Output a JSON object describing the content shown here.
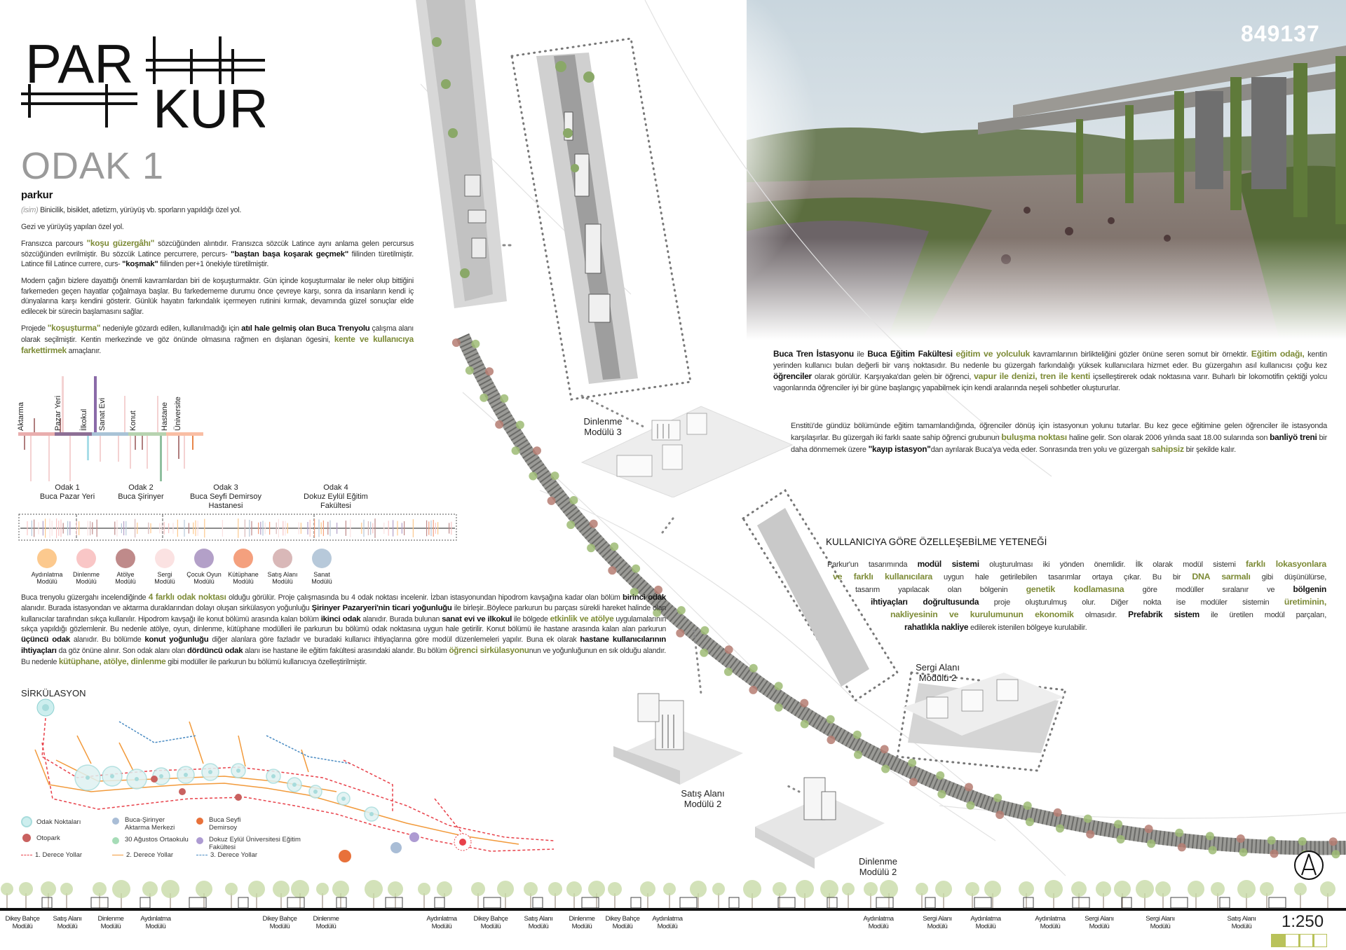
{
  "logo": {
    "line1": "PAR",
    "line2": "KUR"
  },
  "project_id": "849137",
  "section_title": "ODAK 1",
  "definition": {
    "word": "parkur",
    "line1": [
      {
        "t": "(isim)",
        "s": "i"
      },
      {
        "t": " Binicilik, bisiklet, atletizm, yürüyüş vb. sporların yapıldığı özel yol.",
        "s": "n"
      }
    ],
    "line2": "Gezi ve yürüyüş yapılan özel yol."
  },
  "intro_paragraphs": [
    [
      {
        "t": "Fransızca parcours ",
        "s": "n"
      },
      {
        "t": "\"koşu güzergâhı\"",
        "s": "g"
      },
      {
        "t": " sözcüğünden alıntıdır. Fransızca sözcük Latince aynı anlama gelen percursus sözcüğünden evrilmiştir. Bu sözcük Latince percurrere, percurs- ",
        "s": "n"
      },
      {
        "t": "\"baştan başa koşarak geçmek\"",
        "s": "b"
      },
      {
        "t": " fiilinden türetilmiştir. Latince fiil Latince currere, curs- ",
        "s": "n"
      },
      {
        "t": "\"koşmak\"",
        "s": "b"
      },
      {
        "t": " fiilinden per+1 önekiyle türetilmiştir.",
        "s": "n"
      }
    ],
    [
      {
        "t": "Modern çağın bizlere dayattığı önemli kavramlardan biri de koşuşturmaktır. Gün içinde koşuşturmalar ile neler olup bittiğini farkemeden geçen hayatlar çoğalmaya başlar. Bu farkedememe durumu önce çevreye karşı, sonra da insanların kendi iç dünyalarına karşı kendini gösterir. Günlük hayatın farkındalık içermeyen rutinini kırmak, devamında güzel sonuçlar elde edilecek bir sürecin başlamasını sağlar.",
        "s": "n"
      }
    ],
    [
      {
        "t": "Projede ",
        "s": "n"
      },
      {
        "t": "\"koşuşturma\"",
        "s": "g"
      },
      {
        "t": " nedeniyle gözardı edilen, kullanılmadığı için ",
        "s": "n"
      },
      {
        "t": "atıl hale gelmiş olan Buca Trenyolu",
        "s": "b"
      },
      {
        "t": " çalışma alanı olarak seçilmiştir. Kentin merkezinde ve göz önünde olmasına rağmen en dışlanan ögesini, ",
        "s": "n"
      },
      {
        "t": "kente ve kullanıcıya farkettirmek",
        "s": "g"
      },
      {
        "t": " amaçlanır.",
        "s": "n"
      }
    ]
  ],
  "diagram": {
    "places": [
      "Aktarma",
      "Pazar Yeri",
      "İlkokul",
      "Sanat Evi",
      "Konut",
      "Hastane",
      "Üniversite"
    ],
    "foci": [
      {
        "title": "Odak 1",
        "name": "Buca Pazar Yeri"
      },
      {
        "title": "Odak 2",
        "name": "Buca Şirinyer"
      },
      {
        "title": "Odak 3",
        "name": "Buca Seyfi Demirsoy Hastanesi"
      },
      {
        "title": "Odak 4",
        "name": "Dokuz Eylül Eğitim Fakültesi"
      }
    ],
    "modules": [
      {
        "label": "Aydınlatma",
        "sub": "Modülü",
        "color": "#fcc98e"
      },
      {
        "label": "Dinlenme",
        "sub": "Modülü",
        "color": "#f9c6c6"
      },
      {
        "label": "Atölye",
        "sub": "Modülü",
        "color": "#bf8a8a"
      },
      {
        "label": "Sergi",
        "sub": "Modülü",
        "color": "#fbe2e2"
      },
      {
        "label": "Çocuk Oyun",
        "sub": "Modülü",
        "color": "#b3a0c8"
      },
      {
        "label": "Kütüphane",
        "sub": "Modülü",
        "color": "#f4a07e"
      },
      {
        "label": "Satış Alanı",
        "sub": "Modülü",
        "color": "#d9b8b8"
      },
      {
        "label": "Sanat",
        "sub": "Modülü",
        "color": "#b7c9da"
      }
    ]
  },
  "odak_paragraph": [
    {
      "t": "Buca trenyolu güzergahı incelendiğinde ",
      "s": "n"
    },
    {
      "t": "4 farklı odak noktası",
      "s": "g"
    },
    {
      "t": " olduğu görülür. Proje çalışmasında bu 4 odak noktası incelenir. İzban istasyonundan hipodrom kavşağına kadar olan bölüm ",
      "s": "n"
    },
    {
      "t": "birinci odak",
      "s": "b"
    },
    {
      "t": " alanıdır. Burada istasyondan ve aktarma duraklarından dolayı oluşan sirkülasyon yoğunluğu ",
      "s": "n"
    },
    {
      "t": "Şirinyer Pazaryeri'nin ticari yoğunluğu",
      "s": "b"
    },
    {
      "t": " ile birleşir..Böylece parkurun bu parçası sürekli hareket halinde olan kullanıcılar tarafından sıkça kullanılır. Hipodrom kavşağı ile konut bölümü arasında kalan bölüm ",
      "s": "n"
    },
    {
      "t": "ikinci odak",
      "s": "b"
    },
    {
      "t": " alanıdır. Burada bulunan ",
      "s": "n"
    },
    {
      "t": "sanat evi ve ilkokul",
      "s": "b"
    },
    {
      "t": " ile bölgede ",
      "s": "n"
    },
    {
      "t": "etkinlik ve atölye",
      "s": "g"
    },
    {
      "t": " uygulamalarının sıkça yapıldığı gözlemlenir. Bu nedenle atölye, oyun, dinlenme, kütüphane modülleri ile parkurun bu bölümü odak noktasına uygun hale getirilir. Konut bölümü ile hastane arasında kalan alan parkurun ",
      "s": "n"
    },
    {
      "t": "üçüncü odak",
      "s": "b"
    },
    {
      "t": " alanıdır. Bu bölümde ",
      "s": "n"
    },
    {
      "t": "konut yoğunluğu",
      "s": "b"
    },
    {
      "t": " diğer alanlara göre fazladır ve buradaki kullanıcı ihtiyaçlarına göre modül düzenlemeleri yapılır. Buna ek olarak ",
      "s": "n"
    },
    {
      "t": "hastane kullanıcılarının ihtiyaçları",
      "s": "b"
    },
    {
      "t": " da göz önüne alınır. Son odak alanı olan ",
      "s": "n"
    },
    {
      "t": "dördüncü odak",
      "s": "b"
    },
    {
      "t": " alanı ise hastane ile eğitim fakültesi arasındaki alandır. Bu bölüm ",
      "s": "n"
    },
    {
      "t": "öğrenci sirkülasyonu",
      "s": "g"
    },
    {
      "t": "nun ve yoğunluğunun en sık olduğu alandır. Bu nedenle ",
      "s": "n"
    },
    {
      "t": "kütüphane, atölye, dinlenme",
      "s": "g"
    },
    {
      "t": " gibi modüller ile parkurun bu bölümü kullanıcıya özelleştirilmiştir.",
      "s": "n"
    }
  ],
  "circulation": {
    "title": "SİRKÜLASYON",
    "legend": [
      {
        "label": "Odak Noktaları",
        "color": "#a8dcdc"
      },
      {
        "label": "Otopark",
        "color": "#c9615f"
      },
      {
        "label": "1. Derece Yollar",
        "color": "#e8414a"
      },
      {
        "label": "Buca-Şirinyer Aktarma Merkezi",
        "color": "#a9bdd6"
      },
      {
        "label": "30 Ağustos Ortaokulu",
        "color": "#a6dcb7"
      },
      {
        "label": "2. Derece Yollar",
        "color": "#f29a3b"
      },
      {
        "label": "Buca Seyfi Demirsoy",
        "color": "#e8713a"
      },
      {
        "label": "Dokuz Eylül Üniversitesi Eğitim Fakültesi",
        "color": "#ad9bd2"
      },
      {
        "label": "3. Derece Yollar",
        "color": "#4a8bc2"
      }
    ]
  },
  "right_paragraph1": [
    {
      "t": "Buca Tren İstasyonu",
      "s": "b"
    },
    {
      "t": " ile ",
      "s": "n"
    },
    {
      "t": "Buca Eğitim Fakültesi",
      "s": "b"
    },
    {
      "t": " ",
      "s": "n"
    },
    {
      "t": "eğitim ve yolculuk",
      "s": "g"
    },
    {
      "t": " kavramlarının birlikteliğini gözler önüne seren somut bir örnektir. ",
      "s": "n"
    },
    {
      "t": "Eğitim odağı,",
      "s": "g"
    },
    {
      "t": " kentin yerinden kullanıcı bulan değerli bir varış noktasıdır. Bu nedenle bu güzergah farkındalığı yüksek kullanıcılara hizmet eder. Bu güzergahın asıl kullanıcısı çoğu kez ",
      "s": "n"
    },
    {
      "t": "öğrenciler",
      "s": "b"
    },
    {
      "t": " olarak görülür. Karşıyaka'dan gelen bir öğrenci, ",
      "s": "n"
    },
    {
      "t": "vapur ile denizi, tren ile kenti",
      "s": "g"
    },
    {
      "t": " içselleştirerek odak noktasına varır. Buharlı bir lokomotifin çektiği yolcu vagonlarında öğrenciler iyi bir güne başlangıç yapabilmek için kendi aralarında neşeli sohbetler oluştururlar.",
      "s": "n"
    }
  ],
  "right_paragraph2": [
    {
      "t": "Enstitü'de gündüz bölümünde eğitim tamamlandığında, öğrenciler dönüş için istasyonun yolunu tutarlar. Bu kez gece eğitimine gelen öğrenciler ile istasyonda karşılaşırlar. Bu güzergah iki farklı saate sahip öğrenci grubunun ",
      "s": "n"
    },
    {
      "t": "buluşma noktası",
      "s": "g"
    },
    {
      "t": " haline gelir. Son olarak 2006 yılında saat 18.00 sularında son ",
      "s": "n"
    },
    {
      "t": "banliyö treni",
      "s": "b"
    },
    {
      "t": " bir daha dönmemek üzere ",
      "s": "n"
    },
    {
      "t": "\"kayıp istasyon\"",
      "s": "b"
    },
    {
      "t": "dan ayrılarak Buca'ya veda eder. Sonrasında tren yolu ve güzergah ",
      "s": "n"
    },
    {
      "t": "sahipsiz",
      "s": "g"
    },
    {
      "t": " bir şekilde kalır.",
      "s": "n"
    }
  ],
  "custom": {
    "title": "KULLANICIYA GÖRE ÖZELLEŞEBİLME YETENEĞİ",
    "lines": [
      [
        {
          "t": "Parkur'un tasarımında ",
          "s": "n"
        },
        {
          "t": "modül sistemi",
          "s": "b"
        },
        {
          "t": " oluşturulması iki yönden önemlidir. İlk olarak modül sistemi ",
          "s": "n"
        },
        {
          "t": "farklı lokasyonlara",
          "s": "g"
        }
      ],
      [
        {
          "t": "ve farklı kullanıcılara",
          "s": "g"
        },
        {
          "t": " uygun hale getirilebilen tasarımlar ortaya çıkar. Bu bir ",
          "s": "n"
        },
        {
          "t": "DNA sarmalı",
          "s": "g"
        },
        {
          "t": " gibi düşünülürse,",
          "s": "n"
        }
      ],
      [
        {
          "t": "tasarım yapılacak olan bölgenin ",
          "s": "n"
        },
        {
          "t": "genetik kodlamasına",
          "s": "g"
        },
        {
          "t": " göre modüller sıralanır ve ",
          "s": "n"
        },
        {
          "t": "bölgenin",
          "s": "b"
        }
      ],
      [
        {
          "t": "ihtiyaçları doğrultusunda",
          "s": "b"
        },
        {
          "t": " proje oluşturulmuş olur. Diğer nokta ise modüler sistemin ",
          "s": "n"
        },
        {
          "t": "üretiminin,",
          "s": "g"
        }
      ],
      [
        {
          "t": "nakliyesinin ve kurulumunun ekonomik",
          "s": "g"
        },
        {
          "t": " olmasıdır. ",
          "s": "n"
        },
        {
          "t": "Prefabrik sistem",
          "s": "b"
        },
        {
          "t": " ile üretilen modül parçaları,",
          "s": "n"
        }
      ],
      [
        {
          "t": "rahatlıkla nakliye",
          "s": "b"
        },
        {
          "t": " edilerek istenilen bölgeye kurulabilir.",
          "s": "n"
        }
      ]
    ]
  },
  "module_labels": {
    "dinlenme3": [
      "Dinlenme",
      "Modülü 3"
    ],
    "sergi2": [
      "Sergi Alanı",
      "Modülü 2"
    ],
    "satis2": [
      "Satış Alanı",
      "Modülü 2"
    ],
    "dinlenme2": [
      "Dinlenme",
      "Modülü 2"
    ]
  },
  "elevation_labels": [
    "Dikey Bahçe",
    "Satış Alanı",
    "Dinlenme",
    "Aydınlatma",
    "Dikey Bahçe",
    "Dinlenme",
    "Aydınlatma",
    "Dikey Bahçe",
    "Satış Alanı",
    "Dinlenme",
    "Dikey Bahçe",
    "Aydınlatma",
    "Aydınlatma",
    "Sergi Alanı",
    "Aydınlatma",
    "Aydınlatma",
    "Sergi Alanı",
    "Sergi Alanı",
    "Satış Alanı"
  ],
  "elevation_sub": "Modülü",
  "scale": "1:250",
  "colors": {
    "accent": "#7d8b37",
    "scale_fill": "#b9c25a"
  }
}
